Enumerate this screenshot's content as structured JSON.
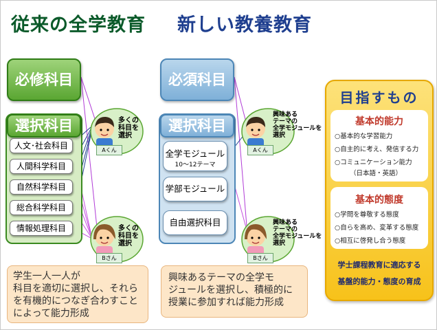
{
  "titles": {
    "left": "従来の全学教育",
    "right": "新しい教養教育"
  },
  "old": {
    "required": "必修科目",
    "elective": "選択科目",
    "subjects": [
      "人文･社会科目",
      "人間科学科目",
      "自然科学科目",
      "総合科学科目",
      "情報処理科目"
    ],
    "student_a": {
      "text": [
        "多くの",
        "科目を",
        "選択"
      ],
      "tag": "Aくん"
    },
    "student_b": {
      "text": [
        "多くの",
        "科目を",
        "選択"
      ],
      "tag": "Bさん"
    },
    "note": [
      "学生一人一人が",
      "科目を適切に選択し、それら",
      "を有機的につなぎ合わすこと",
      "によって能力形成"
    ]
  },
  "new": {
    "required": "必須科目",
    "elective": "選択科目",
    "modules": [
      {
        "label": "全学モジュール",
        "sub": "10～12テーマ"
      },
      {
        "label": "学部モジュール"
      },
      {
        "label": "自由選択科目"
      }
    ],
    "student_a": {
      "text": [
        "興味ある",
        "テーマの",
        "全学モジュールを",
        "選択"
      ],
      "tag": "Aくん"
    },
    "student_b": {
      "text": [
        "興味ある",
        "テーマの",
        "全学モジュールを",
        "選択"
      ],
      "tag": "Bさん"
    },
    "note": [
      "興味あるテーマの全学モ",
      "ジュールを選択し、積極的に",
      "授業に参加すれば能力形成"
    ]
  },
  "goals": {
    "title": "目指すもの",
    "abilities": {
      "heading": "基本的能力",
      "items": [
        "○基本的な学習能力",
        "○自主的に考え、発信する力",
        "○コミュニケーション能力",
        "（日本語・英語）"
      ]
    },
    "attitudes": {
      "heading": "基本的態度",
      "items": [
        "○学問を尊敬する態度",
        "○自らを高め、変革する態度",
        "○相互に啓発し合う態度"
      ]
    },
    "footer": [
      "学士課程教育に適応する",
      "基盤的能力・態度の育成"
    ]
  },
  "colors": {
    "title_green": "#0b5a2a",
    "title_blue": "#1f3f8f",
    "goal_red": "#c0392b"
  }
}
